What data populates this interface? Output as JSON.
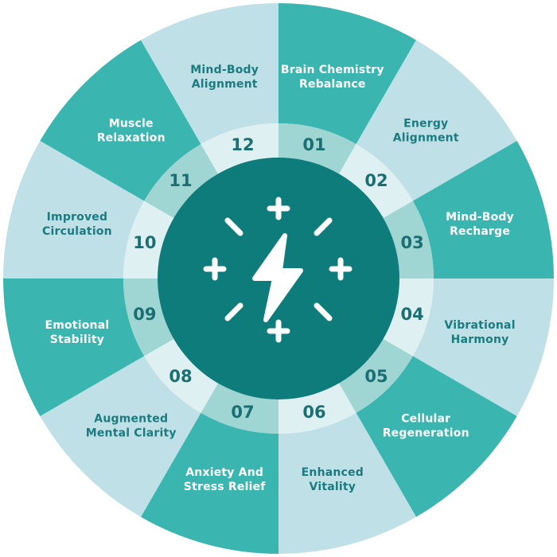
{
  "colors": {
    "light_segment": "#bfe0e6",
    "dark_segment": "#3ab5b0",
    "ring_light": "#dff0f2",
    "ring_dark": "#9fd5d2",
    "center": "#0e7c7b",
    "label_text_on_dark": "#ffffff",
    "label_text_on_light": "#1a7c7f",
    "number_text": "#1a6f72",
    "icon": "#ffffff"
  },
  "center_icon": "lightning-bolt-icon",
  "segments": [
    {
      "number": "01",
      "lines": [
        "Brain Chemistry",
        "Rebalance"
      ],
      "tone": "dark"
    },
    {
      "number": "02",
      "lines": [
        "Energy",
        "Alignment"
      ],
      "tone": "light"
    },
    {
      "number": "03",
      "lines": [
        "Mind-Body",
        "Recharge"
      ],
      "tone": "dark"
    },
    {
      "number": "04",
      "lines": [
        "Vibrational",
        "Harmony"
      ],
      "tone": "light"
    },
    {
      "number": "05",
      "lines": [
        "Cellular",
        "Regeneration"
      ],
      "tone": "dark"
    },
    {
      "number": "06",
      "lines": [
        "Enhanced",
        "Vitality"
      ],
      "tone": "light"
    },
    {
      "number": "07",
      "lines": [
        "Anxiety And",
        "Stress Relief"
      ],
      "tone": "dark"
    },
    {
      "number": "08",
      "lines": [
        "Augmented",
        "Mental Clarity"
      ],
      "tone": "light"
    },
    {
      "number": "09",
      "lines": [
        "Emotional",
        "Stability"
      ],
      "tone": "dark"
    },
    {
      "number": "10",
      "lines": [
        "Improved",
        "Circulation"
      ],
      "tone": "light"
    },
    {
      "number": "11",
      "lines": [
        "Muscle",
        "Relaxation"
      ],
      "tone": "dark"
    },
    {
      "number": "12",
      "lines": [
        "Mind-Body",
        "Alignment"
      ],
      "tone": "light"
    }
  ]
}
